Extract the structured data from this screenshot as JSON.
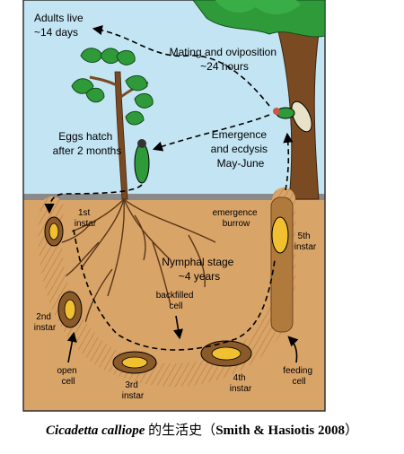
{
  "labels": {
    "adults": [
      "Adults live",
      "~14 days"
    ],
    "mating": [
      "Mating and oviposition",
      "~24 hours"
    ],
    "eggs": [
      "Eggs hatch",
      "after 2 months"
    ],
    "emergence": [
      "Emergence",
      "and ecdysis",
      "May-June"
    ],
    "instar1": [
      "1st",
      "instar"
    ],
    "emergence_burrow": [
      "emergence",
      "burrow"
    ],
    "instar5": [
      "5th",
      "instar"
    ],
    "nymphal": [
      "Nymphal stage",
      "~4 years"
    ],
    "backfilled": [
      "backfilled",
      "cell"
    ],
    "instar2": [
      "2nd",
      "instar"
    ],
    "open_cell": [
      "open",
      "cell"
    ],
    "instar3": [
      "3rd",
      "instar"
    ],
    "instar4": [
      "4th",
      "instar"
    ],
    "feeding_cell": [
      "feeding",
      "cell"
    ]
  },
  "caption": {
    "species": "Cicadetta calliope",
    "life_history": " 的生活史（",
    "citation": "Smith & Hasiotis 2008",
    "close": "）"
  },
  "colors": {
    "sky": "#c3e4f3",
    "soil": "#d9a468",
    "ground": "#8a8a8a",
    "leaf": "#2f9a3a",
    "trunk": "#7a4a22",
    "burrow": "#b07a3d"
  }
}
